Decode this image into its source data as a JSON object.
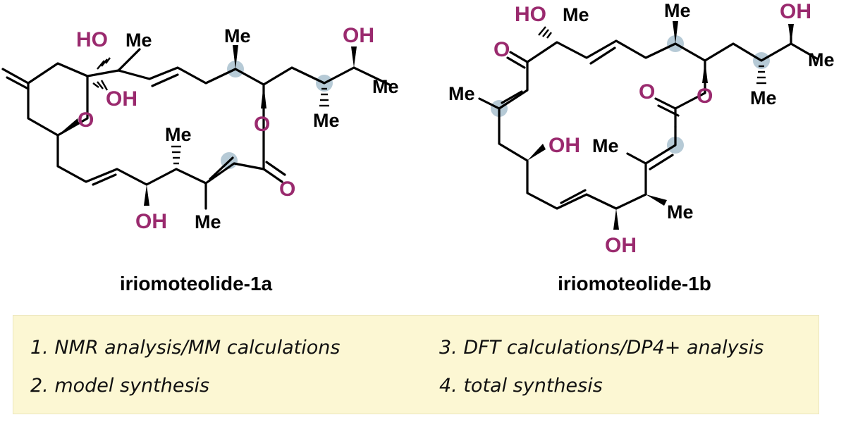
{
  "compounds": [
    {
      "name": "iriomoteolide-1a"
    },
    {
      "name": "iriomoteolide-1b"
    }
  ],
  "labels": {
    "oh": "OH",
    "ho": "HO",
    "o": "O",
    "me": "Me"
  },
  "colors": {
    "heteroatom": "#9a2a6e",
    "highlight": "#a9c1cf",
    "panel": "#fcf7d3",
    "bond": "#000000"
  },
  "steps": [
    "1. NMR analysis/MM calculations",
    "2. model synthesis",
    "3. DFT calculations/DP4+ analysis",
    "4. total synthesis"
  ]
}
